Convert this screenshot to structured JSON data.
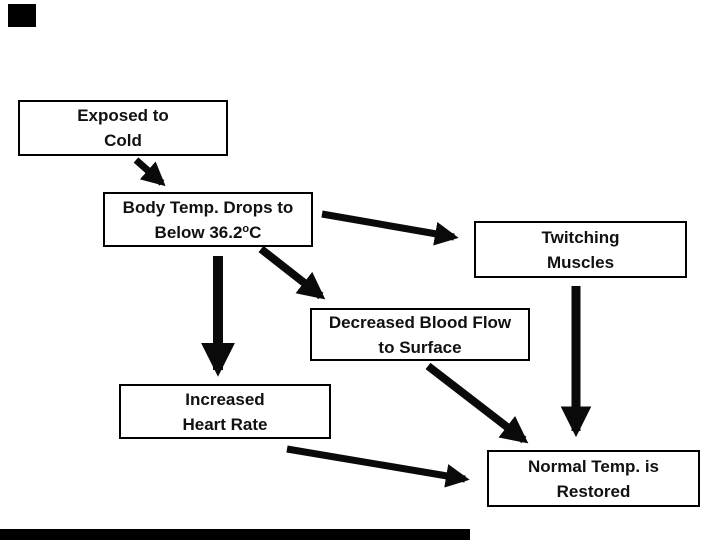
{
  "page": {
    "background_color": "#ffffff",
    "decoration_color": "#000000",
    "arrow_color": "#0a0a0a",
    "box_border_color": "#000000",
    "text_color": "#111111"
  },
  "flowchart": {
    "boxes": [
      {
        "id": "exposed",
        "line1": "Exposed to",
        "line2": "Cold"
      },
      {
        "id": "bodytemp",
        "line1": "Body Temp. Drops to",
        "line2_pre": "Below 36.2",
        "line2_sup": "o",
        "line2_post": "C"
      },
      {
        "id": "twitching",
        "line1": "Twitching",
        "line2": "Muscles"
      },
      {
        "id": "decreased",
        "line1": "Decreased Blood Flow",
        "line2": "to Surface"
      },
      {
        "id": "increased",
        "line1": "Increased",
        "line2": "Heart Rate"
      },
      {
        "id": "normal",
        "line1": "Normal Temp. is",
        "line2": "Restored"
      }
    ],
    "arrows": [
      {
        "from": "exposed",
        "to": "bodytemp"
      },
      {
        "from": "bodytemp",
        "to": "twitching"
      },
      {
        "from": "bodytemp",
        "to": "decreased"
      },
      {
        "from": "bodytemp",
        "to": "increased"
      },
      {
        "from": "twitching",
        "to": "normal"
      },
      {
        "from": "decreased",
        "to": "normal"
      },
      {
        "from": "increased",
        "to": "normal"
      }
    ]
  }
}
